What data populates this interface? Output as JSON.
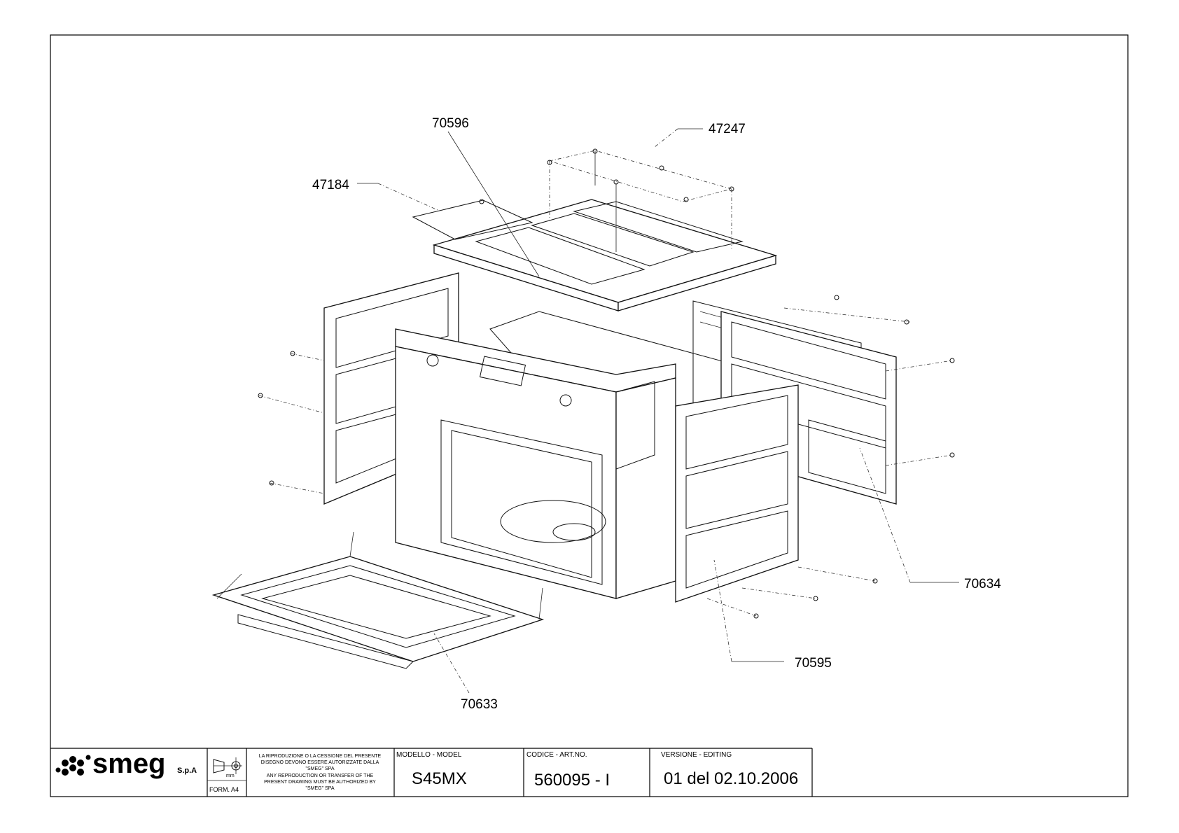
{
  "drawing": {
    "part_labels": {
      "p70596": "70596",
      "p47247": "47247",
      "p47184": "47184",
      "p70634": "70634",
      "p70595": "70595",
      "p70633": "70633"
    }
  },
  "title_block": {
    "logo_text": "smeg",
    "logo_suffix": "S.p.A",
    "format_label": "FORM. A4",
    "unit_symbol": "mm",
    "notice_it": [
      "LA RIPRODUZIONE O LA CESSIONE DEL PRESENTE",
      "DISEGNO DEVONO ESSERE AUTORIZZATE DALLA",
      "\"SMEG\" SPA"
    ],
    "notice_en": [
      "ANY REPRODUCTION OR TRANSFER OF THE",
      "PRESENT DRAWING MUST BE AUTHORIZED BY",
      "\"SMEG\" SPA"
    ],
    "model_header": "MODELLO - MODEL",
    "model_value": "S45MX",
    "code_header": "CODICE - ART.NO.",
    "code_value": "560095 - I",
    "version_header": "VERSIONE - EDITING",
    "version_value": "01 del 02.10.2006"
  }
}
